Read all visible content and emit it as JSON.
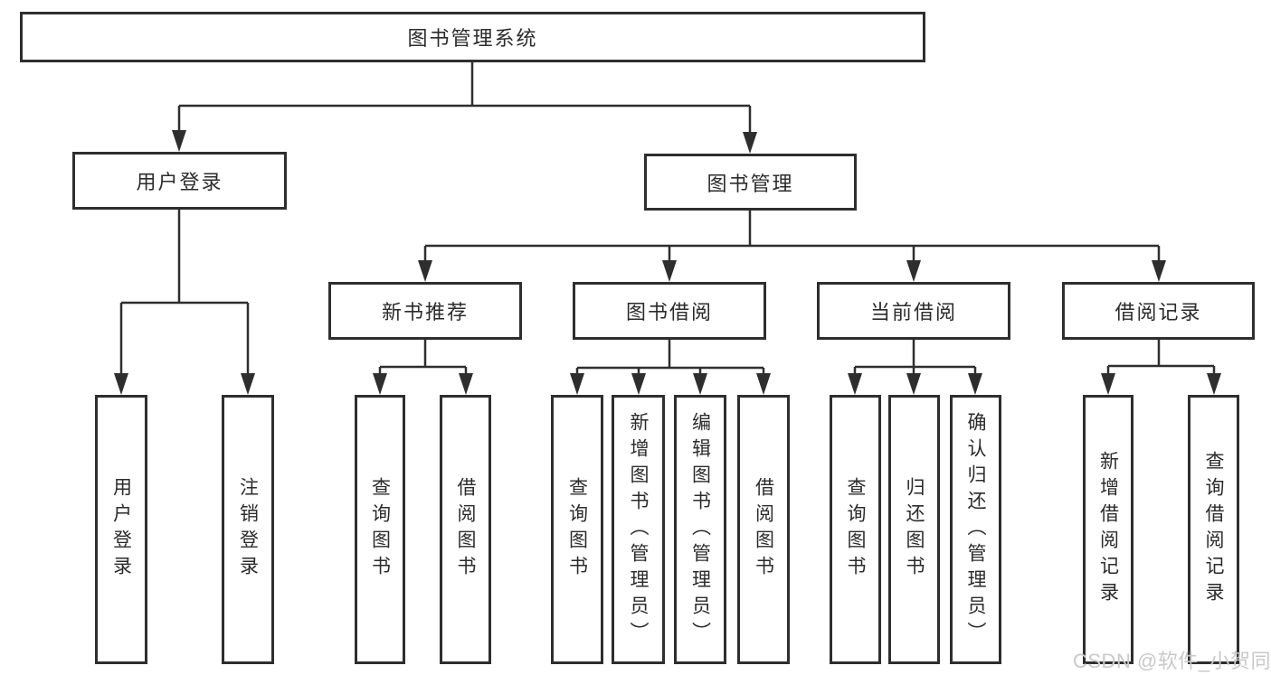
{
  "diagram": {
    "root": "图书管理系统",
    "user_login_branch": {
      "label": "用户登录",
      "children": [
        "用户登录",
        "注销登录"
      ]
    },
    "book_mgmt_branch": {
      "label": "图书管理",
      "sections": [
        {
          "label": "新书推荐",
          "children": [
            "查询图书",
            "借阅图书"
          ]
        },
        {
          "label": "图书借阅",
          "children": [
            "查询图书",
            "新增图书（管理员）",
            "编辑图书（管理员）",
            "借阅图书"
          ]
        },
        {
          "label": "当前借阅",
          "children": [
            "查询图书",
            "归还图书",
            "确认归还（管理员）"
          ]
        },
        {
          "label": "借阅记录",
          "children": [
            "新增借阅记录",
            "查询借阅记录"
          ]
        }
      ]
    }
  },
  "watermark": "CSDN @软件_小贺同学",
  "colors": {
    "line": "#2e2e2e",
    "text": "#2b2b2b",
    "watermark": "#c9c9c9",
    "background": "#ffffff"
  }
}
